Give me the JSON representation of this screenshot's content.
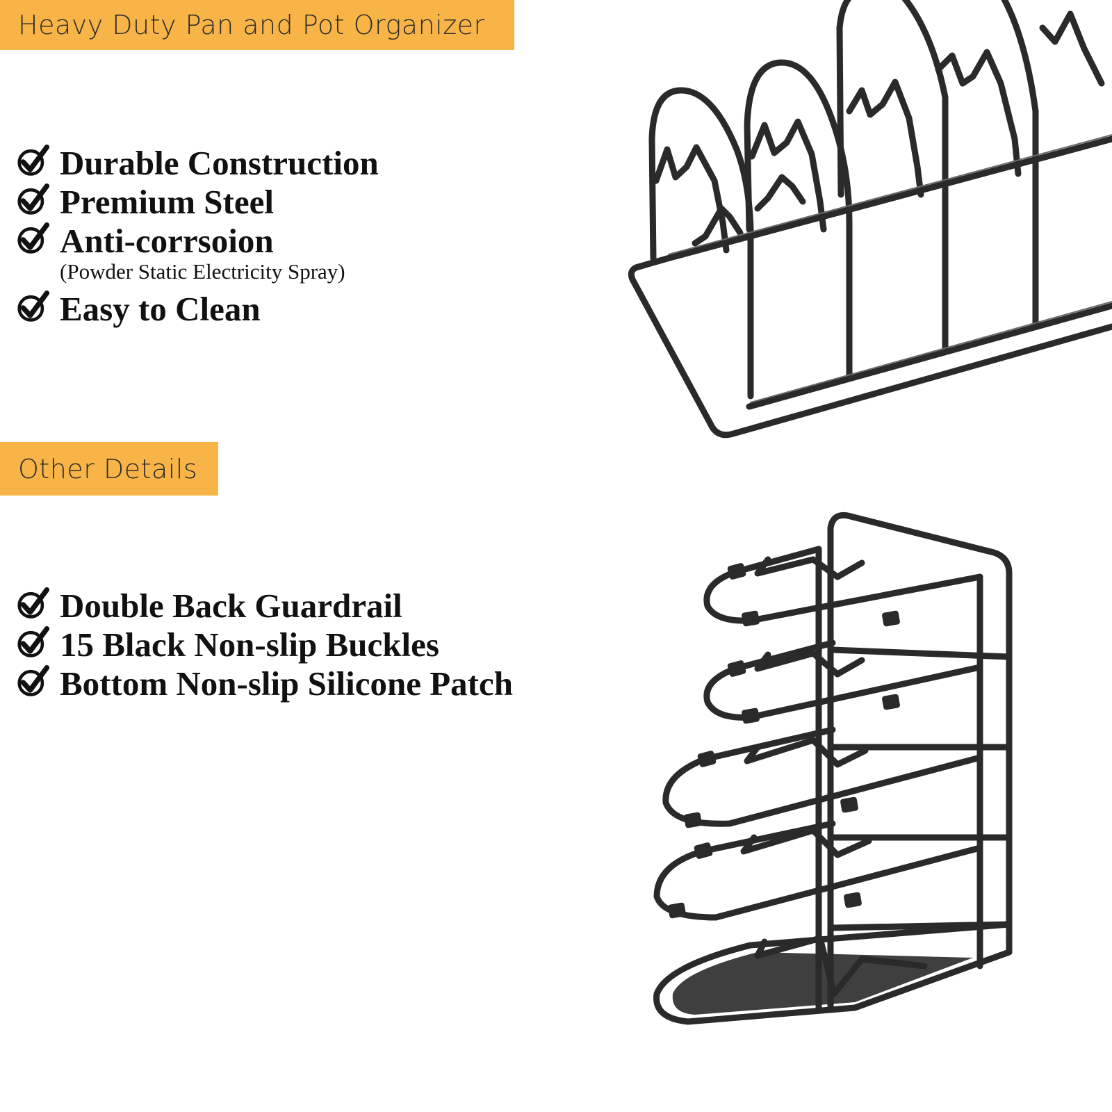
{
  "banners": {
    "top": "Heavy Duty Pan and Pot Organizer",
    "details": "Other Details"
  },
  "features_top": [
    {
      "label": "Durable Construction",
      "icon": "checkmark-icon"
    },
    {
      "label": "Premium Steel",
      "icon": "checkmark-icon"
    },
    {
      "label": "Anti-corrsoion",
      "sub": "(Powder Static Electricity Spray)",
      "icon": "checkmark-icon"
    },
    {
      "label": "Easy to Clean",
      "icon": "checkmark-icon"
    }
  ],
  "features_details": [
    {
      "label": "Double Back Guardrail",
      "icon": "checkmark-icon"
    },
    {
      "label": "15 Black Non-slip Buckles",
      "icon": "checkmark-icon"
    },
    {
      "label": "Bottom Non-slip Silicone Patch",
      "icon": "checkmark-icon"
    }
  ],
  "colors": {
    "banner": "#f8b447",
    "banner_text": "#2b2b2b",
    "text": "#111111",
    "wire": "#2a2a2a",
    "background": "#ffffff"
  }
}
